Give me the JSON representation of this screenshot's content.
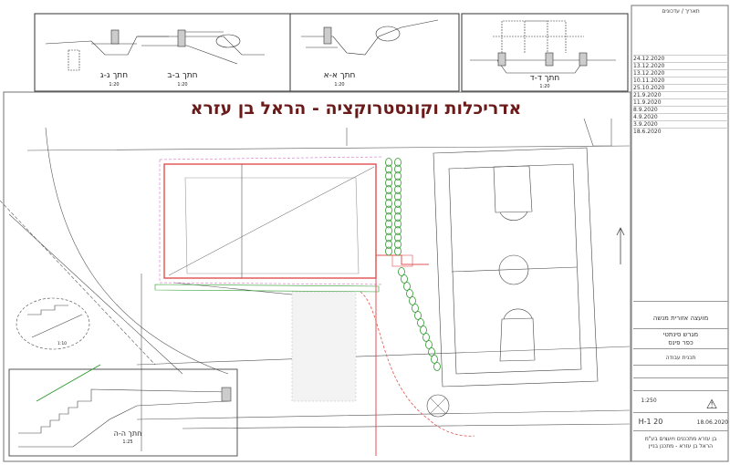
{
  "banner_title": "אדריכלות וקונסטרוקציה - הראל בן עזרא",
  "sections": [
    {
      "label": "חתך ג-ג",
      "scale": "1:20"
    },
    {
      "label": "חתך ב-ב",
      "scale": "1:20"
    },
    {
      "label": "חתך א-א",
      "scale": "1:20"
    },
    {
      "label": "חתך ד-ד",
      "scale": "1:20"
    },
    {
      "label": "חתך ה-ה",
      "scale": "1:25"
    }
  ],
  "detail_scale": "1:10",
  "revisions": {
    "header": "תאריך / עדכונים",
    "dates": [
      "24.12.2020",
      "13.12.2020",
      "13.12.2020",
      "10.11.2020",
      "25.10.2020",
      "21.9.2020",
      "11.9.2020",
      "8.9.2020",
      "4.9.2020",
      "3.9.2020",
      "18.6.2020"
    ]
  },
  "title_block": {
    "client": "מועצה אזורית מנשה",
    "project_line1": "מגרש סינתטי",
    "project_line2": "כפר פינס",
    "drawing_type": "תכנית עבודה",
    "date": "18.06.2020",
    "scale": "1:250",
    "sheet_number": "20 H-1",
    "office_line1": "בן עזרא מתכננים ויועצים בע\"מ",
    "office_line2": "הראל בן עזרא - מתכנן בניין"
  },
  "colors": {
    "banner": "#6b1a1a",
    "boundary": "#e05050",
    "trees": "#2e9a2e",
    "dim_magenta": "#d050c0"
  }
}
